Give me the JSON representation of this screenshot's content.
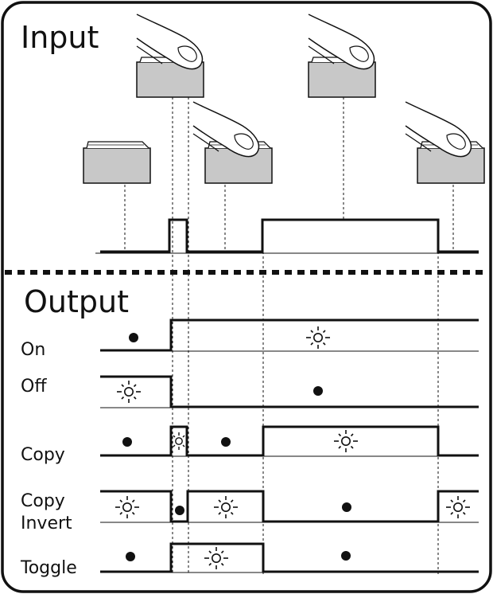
{
  "sections": {
    "input_title": "Input",
    "output_title": "Output"
  },
  "outputs": [
    {
      "id": "on",
      "label_lines": [
        "On"
      ]
    },
    {
      "id": "off",
      "label_lines": [
        "Off"
      ]
    },
    {
      "id": "copy",
      "label_lines": [
        "Copy"
      ]
    },
    {
      "id": "copy-invert",
      "label_lines": [
        "Copy",
        "Invert"
      ]
    },
    {
      "id": "toggle",
      "label_lines": [
        "Toggle"
      ]
    }
  ],
  "input_signal": {
    "pulses": [
      {
        "start": 1,
        "end": 2,
        "level": "high"
      },
      {
        "start": 4,
        "end": 5,
        "level": "high"
      }
    ],
    "button_presses": [
      "released",
      "pressed",
      "released",
      "pressed",
      "released"
    ]
  },
  "output_states": {
    "on": [
      "off",
      "on",
      "on",
      "on",
      "on",
      "on"
    ],
    "off": [
      "on",
      "off",
      "off",
      "off",
      "off",
      "off"
    ],
    "copy": [
      "off",
      "on",
      "off",
      "on",
      "on",
      "off"
    ],
    "copy-invert": [
      "on",
      "off",
      "on",
      "off",
      "off",
      "on"
    ],
    "toggle": [
      "off",
      "on",
      "on",
      "off",
      "off",
      "off"
    ]
  },
  "icons": {
    "lamp_on": "sun-icon",
    "lamp_off": "dot-icon",
    "button": "push-button-icon",
    "finger": "finger-icon"
  },
  "colors": {
    "line": "#111111",
    "button_fill": "#c8c8c8",
    "border": "#111111"
  }
}
